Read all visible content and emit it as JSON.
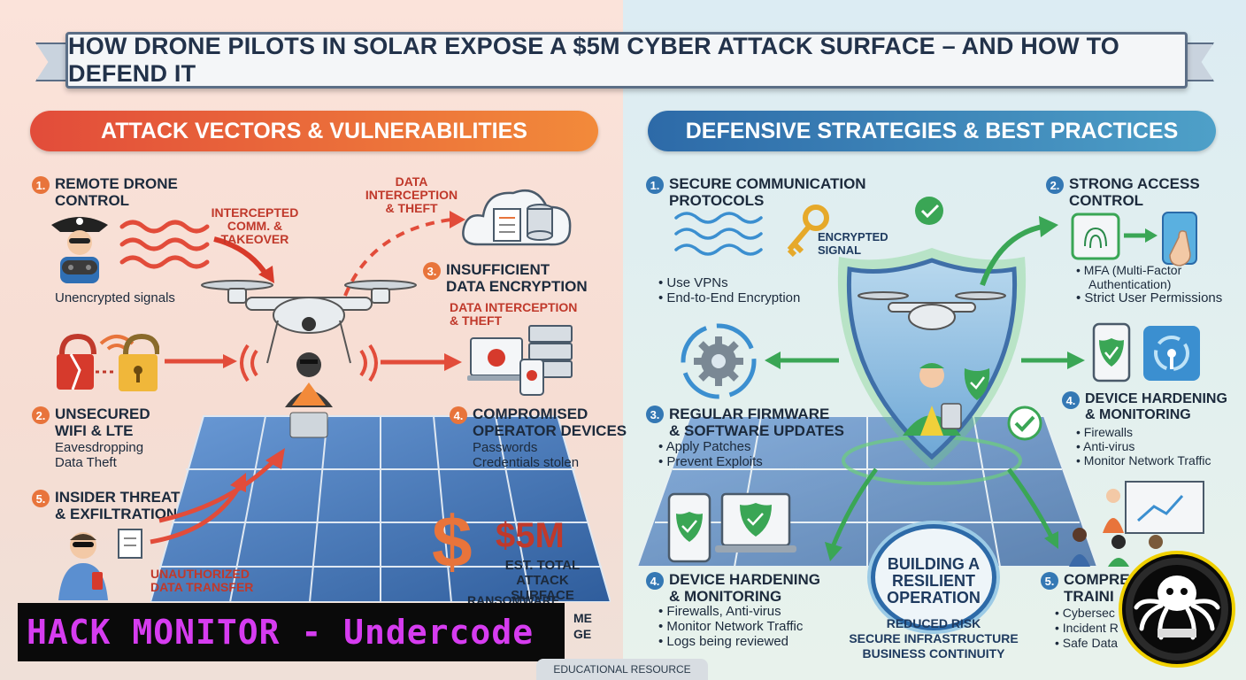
{
  "title": "HOW DRONE PILOTS IN SOLAR EXPOSE A $5M CYBER ATTACK SURFACE – AND HOW TO DEFEND IT",
  "left_header": "ATTACK VECTORS & VULNERABILITIES",
  "right_header": "DEFENSIVE STRATEGIES & BEST PRACTICES",
  "attack": {
    "a1": {
      "num": "1.",
      "title_1": "REMOTE DRONE",
      "title_2": "CONTROL",
      "body": "Unencrypted signals",
      "arrow_1": "INTERCEPTED",
      "arrow_2": "COMM. &",
      "arrow_3": "TAKEOVER"
    },
    "a2": {
      "num": "2.",
      "title_1": "UNSECURED",
      "title_2": "WIFI & LTE",
      "body_1": "Eavesdropping",
      "body_2": "Data Theft"
    },
    "a3": {
      "num": "3.",
      "title_1": "INSUFFICIENT",
      "title_2": "DATA ENCRYPTION",
      "top_1": "DATA",
      "top_2": "INTERCEPTION",
      "top_3": "& THEFT",
      "sub_1": "DATA INTERCEPTION",
      "sub_2": "& THEFT"
    },
    "a4": {
      "num": "4.",
      "title_1": "COMPROMISED",
      "title_2": "OPERATOR DEVICES",
      "body_1": "Passwords",
      "body_2": "Credentials stolen"
    },
    "a5": {
      "num": "5.",
      "title_1": "INSIDER THREAT",
      "title_2": "& EXFILTRATION",
      "arrow_1": "UNAUTHORIZED",
      "arrow_2": "DATA TRANSFER"
    },
    "cost": {
      "symbol": "$",
      "amount": "$5M",
      "label_1": "EST. TOTAL",
      "label_2": "ATTACK SURFACE",
      "extra_1": "RANSOMWARE",
      "extra_2": "ME",
      "extra_3": "GE"
    }
  },
  "defense": {
    "d1": {
      "num": "1.",
      "title_1": "SECURE COMMUNICATION",
      "title_2": "PROTOCOLS",
      "key_1": "ENCRYPTED",
      "key_2": "SIGNAL",
      "bullet_1": "• Use VPNs",
      "bullet_2": "• End-to-End Encryption"
    },
    "d2": {
      "num": "2.",
      "title_1": "STRONG ACCESS",
      "title_2": "CONTROL",
      "bullet_1": "• MFA (Multi-Factor",
      "bullet_1b": "Authentication)",
      "bullet_2": "• Strict User Permissions"
    },
    "d3": {
      "num": "3.",
      "title_1": "REGULAR FIRMWARE",
      "title_2": "& SOFTWARE UPDATES",
      "bullet_1": "• Apply Patches",
      "bullet_2": "• Prevent Exploits"
    },
    "d4a": {
      "num": "4.",
      "title_1": "DEVICE HARDENING",
      "title_2": "& MONITORING",
      "bullet_1": "• Firewalls",
      "bullet_2": "• Anti-virus",
      "bullet_3": "• Monitor Network Traffic"
    },
    "d4b": {
      "num": "4.",
      "title_1": "DEVICE HARDENING",
      "title_2": "& MONITORING",
      "bullet_1": "• Firewalls, Anti-virus",
      "bullet_2": "• Monitor Network Traffic",
      "bullet_3": "• Logs being reviewed"
    },
    "d5": {
      "num": "5.",
      "title_1": "COMPRE",
      "title_2": "TRAINI",
      "bullet_1": "• Cybersec",
      "bullet_2": "• Incident R",
      "bullet_3": "• Safe Data"
    },
    "resilient": {
      "line_1": "BUILDING A",
      "line_2": "RESILIENT",
      "line_3": "OPERATION",
      "sub_1": "REDUCED RISK",
      "sub_2": "SECURE INFRASTRUCTURE",
      "sub_3": "BUSINESS CONTINUITY"
    }
  },
  "watermark": "HACK MONITOR - Undercode",
  "footer": "EDUCATIONAL RESOURCE",
  "colors": {
    "attack_accent": "#e24c3a",
    "defense_accent": "#2d6aa8",
    "check_green": "#3aa655",
    "watermark_text": "#d63cf0"
  }
}
